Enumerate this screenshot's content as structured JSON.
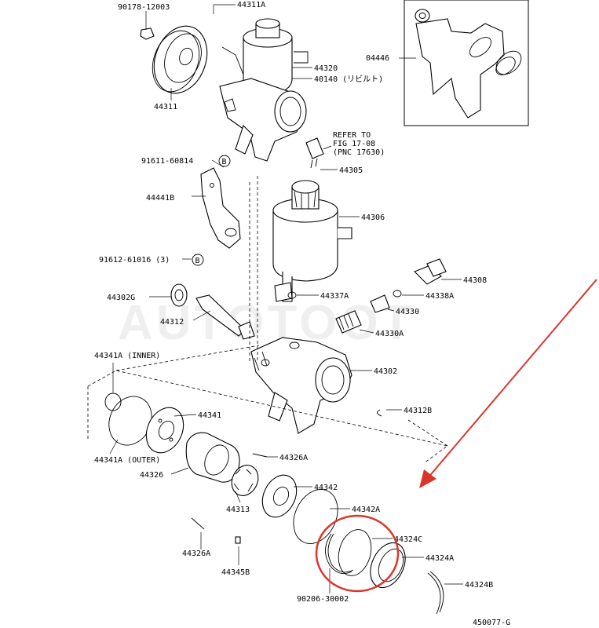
{
  "watermark": "AUTOTOOT",
  "figure_code": "450077-G",
  "callouts": {
    "p90178": "90178-12003",
    "p44311a": "44311A",
    "p44320": "44320",
    "p40140": "40140 (リビルト)",
    "p44311": "44311",
    "p04446": "04446",
    "refer1": "REFER TO",
    "refer2": "FIG 17-08",
    "refer3": "(PNC 17630)",
    "p91611": "91611-60814",
    "p44305": "44305",
    "p44441b": "44441B",
    "p44306": "44306",
    "p91612": "91612-61016 (3)",
    "p44308": "44308",
    "p44302g": "44302G",
    "p44337a": "44337A",
    "p44338a": "44338A",
    "p44312": "44312",
    "p44330": "44330",
    "p44330a": "44330A",
    "p44341a_inner": "44341A (INNER)",
    "p44302": "44302",
    "p44341": "44341",
    "p44312b": "44312B",
    "p44341a_outer": "44341A (OUTER)",
    "p44326a_top": "44326A",
    "p44326": "44326",
    "p44342": "44342",
    "p44313": "44313",
    "p44342a": "44342A",
    "p44324c": "44324C",
    "p44326a_bot": "44326A",
    "p44324a": "44324A",
    "p44345b": "44345B",
    "p44324b": "44324B",
    "p90206": "90206-30002",
    "badge_b": "B"
  },
  "highlight_color": "#d9362b",
  "arrow_color": "#d9362b"
}
